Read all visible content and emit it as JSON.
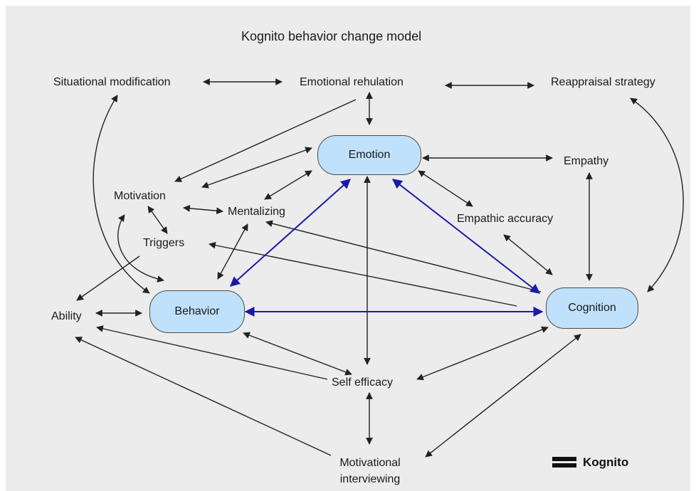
{
  "title": "Kognito behavior change model",
  "nodes": {
    "emotion": "Emotion",
    "behavior": "Behavior",
    "cognition": "Cognition"
  },
  "labels": {
    "situational_modification": "Situational modification",
    "emotional_rehulation": "Emotional rehulation",
    "reappraisal_strategy": "Reappraisal strategy",
    "empathy": "Empathy",
    "motivation": "Motivation",
    "mentalizing": "Mentalizing",
    "triggers": "Triggers",
    "empathic_accuracy": "Empathic accuracy",
    "ability": "Ability",
    "self_efficacy": "Self efficacy",
    "motivational_interviewing_line1": "Motivational",
    "motivational_interviewing_line2": "interviewing"
  },
  "brand": {
    "name": "Kognito",
    "icon": "kognito-logo-icon"
  },
  "colors": {
    "node_fill": "#bfe1fb",
    "primary_arrow": "#1a1aa8",
    "secondary_arrow": "#222222",
    "background": "#ececec"
  }
}
